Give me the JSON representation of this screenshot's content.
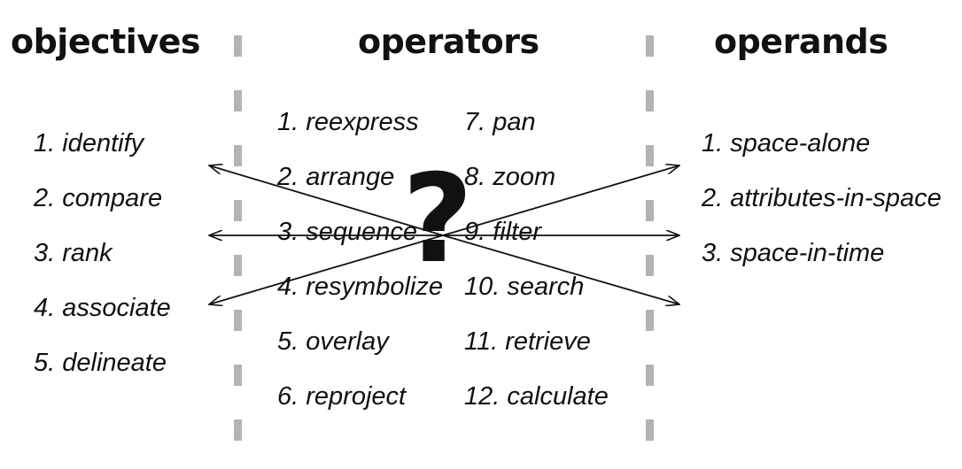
{
  "headings": {
    "objectives": "objectives",
    "operators": "operators",
    "operands": "operands"
  },
  "objectives": [
    "1. identify",
    "2. compare",
    "3. rank",
    "4. associate",
    "5. delineate"
  ],
  "operators_col1": [
    "1. reexpress",
    "2. arrange",
    "3. sequence",
    "4. resymbolize",
    "5. overlay",
    "6. reproject"
  ],
  "operators_col2": [
    "7. pan",
    "8. zoom",
    "9. filter",
    "10. search",
    "11. retrieve",
    "12. calculate"
  ],
  "operands": [
    "1. space-alone",
    "2. attributes-in-space",
    "3. space-in-time"
  ],
  "center_symbol": "?",
  "colors": {
    "text": "#111111",
    "divider": "#b3b3b3",
    "arrow": "#111111"
  }
}
